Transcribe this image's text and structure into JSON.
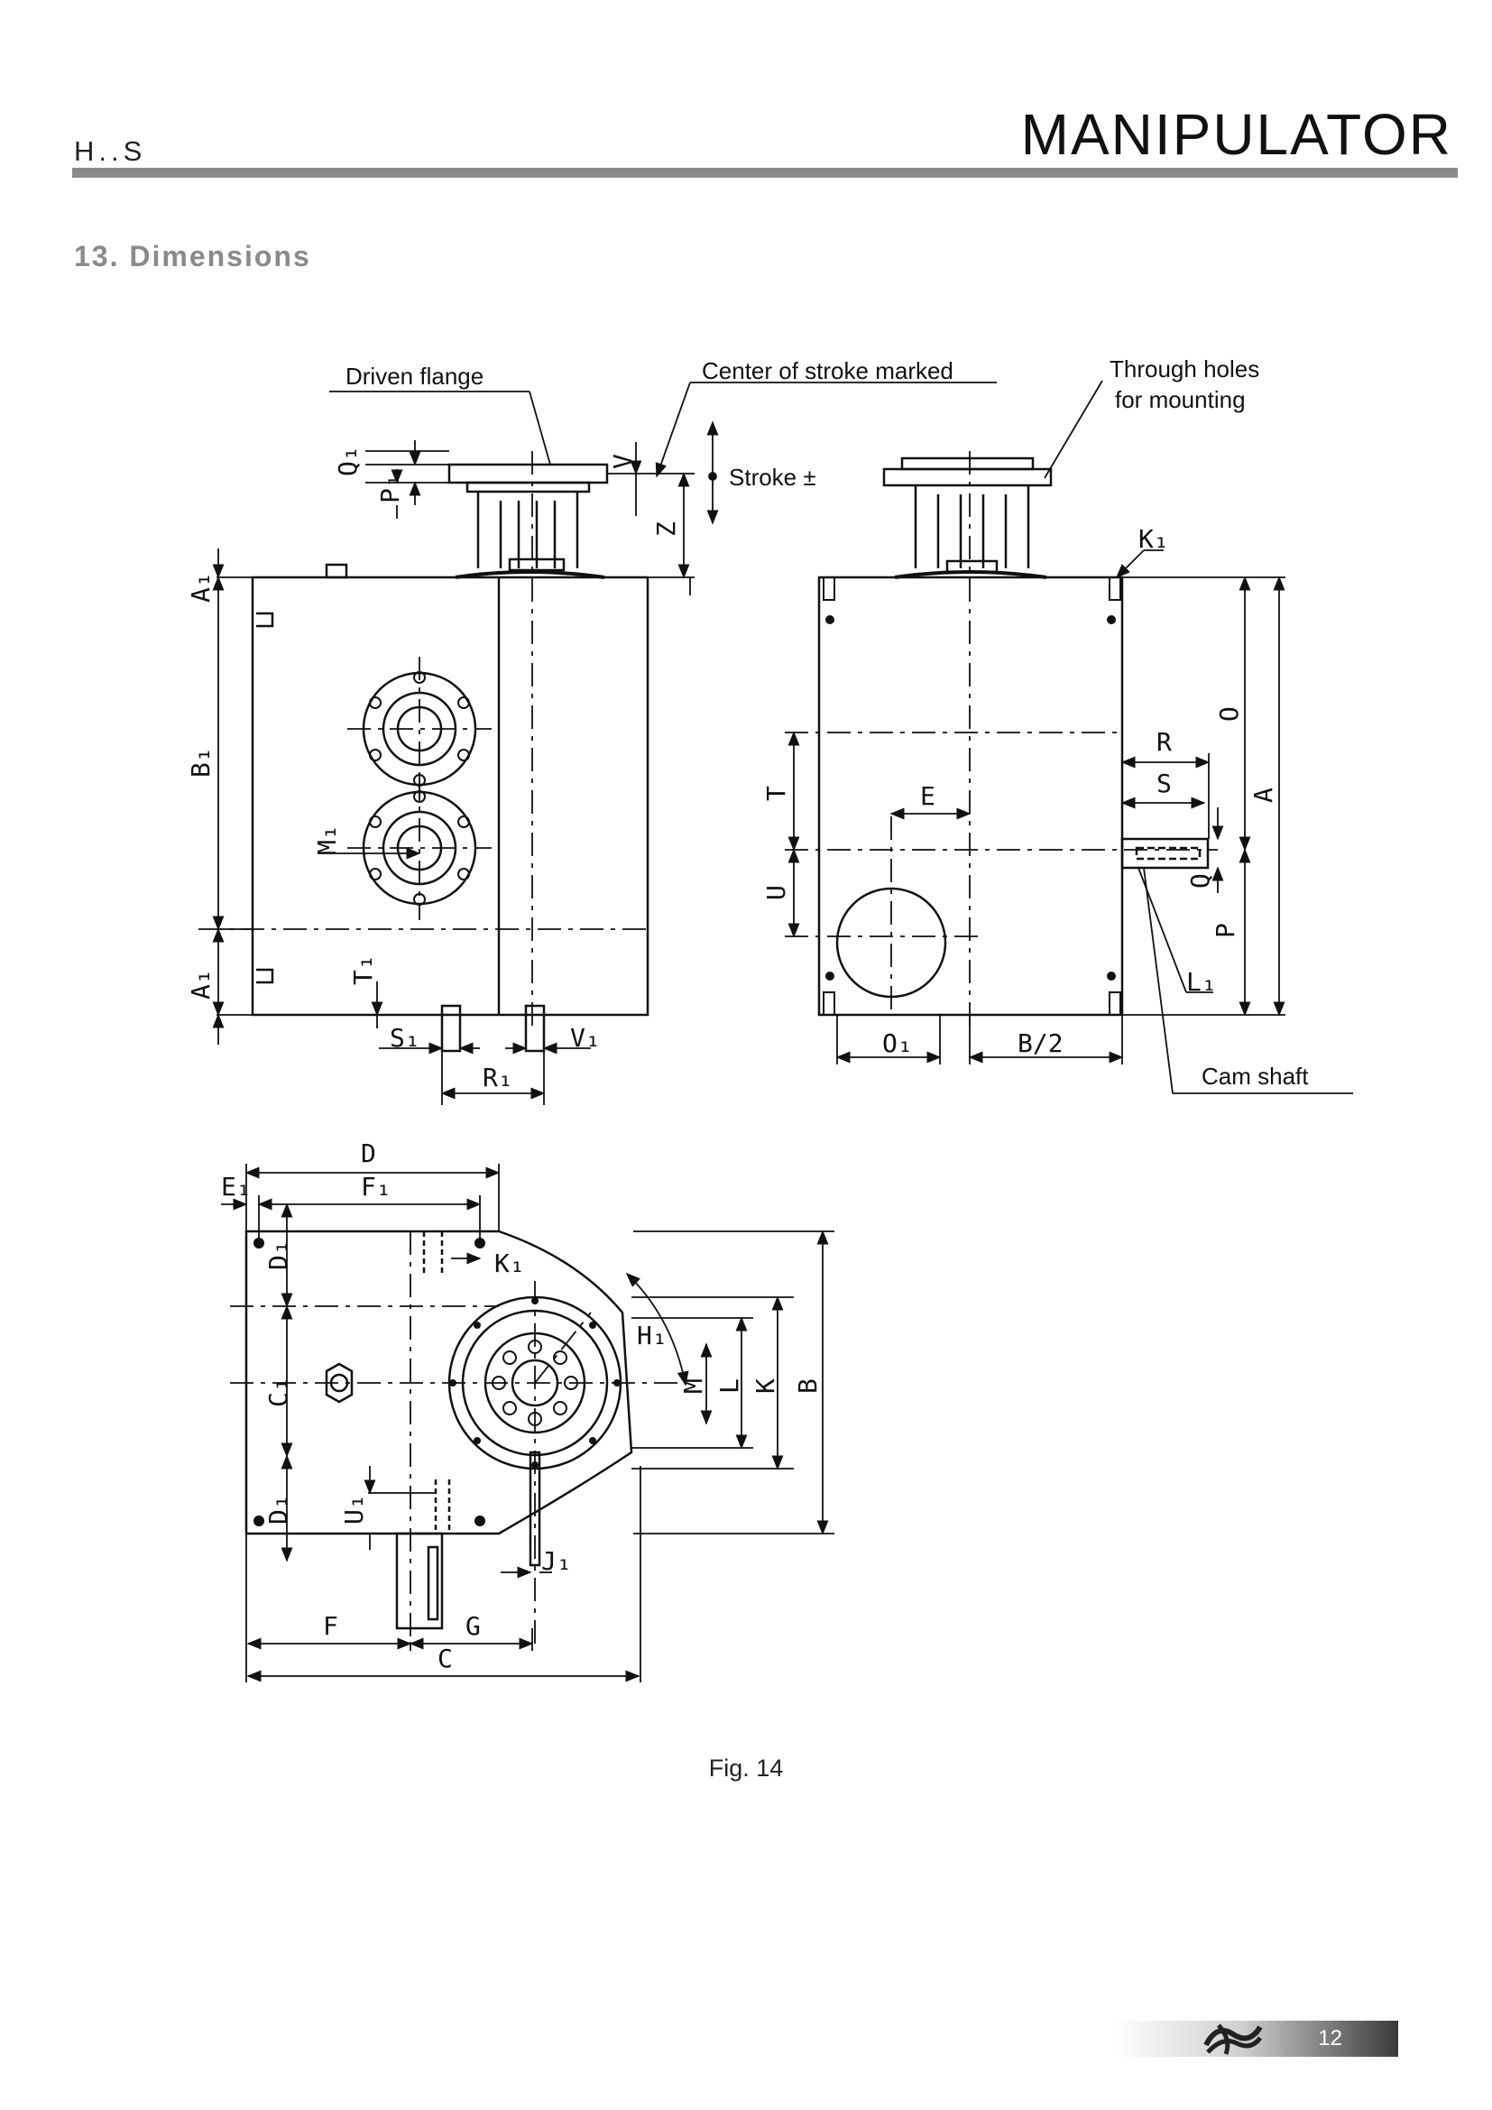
{
  "header": {
    "model": "H..S",
    "product": "MANIPULATOR"
  },
  "section_title": "13.  Dimensions",
  "callouts": {
    "driven_flange": "Driven flange",
    "center_of_stroke": "Center of stroke marked",
    "through_holes_1": "Through holes",
    "through_holes_2": "for mounting",
    "stroke": "Stroke ±",
    "cam_shaft": "Cam shaft"
  },
  "dims": {
    "A": "A",
    "A1": "A₁",
    "B": "B",
    "B1": "B₁",
    "B2": "B/2",
    "C": "C",
    "C1": "C₁",
    "D": "D",
    "D1": "D₁",
    "E": "E",
    "E1": "E₁",
    "F": "F",
    "F1": "F₁",
    "G": "G",
    "H1": "H₁",
    "J1": "J₁",
    "K": "K",
    "K1": "K₁",
    "L": "L",
    "L1": "L₁",
    "M": "M",
    "M1": "M₁",
    "O": "O",
    "O1": "O₁",
    "P": "P",
    "P1": "P₁",
    "Q": "Q",
    "Q1": "Q₁",
    "R": "R",
    "R1": "R₁",
    "S": "S",
    "S1": "S₁",
    "T": "T",
    "T1": "T₁",
    "U": "U",
    "U1": "U₁",
    "V": "V",
    "V1": "V₁",
    "Z": "Z"
  },
  "figure_caption": "Fig. 14",
  "footer": {
    "page_number": "12",
    "logo_icon": "company-logo-icon"
  }
}
